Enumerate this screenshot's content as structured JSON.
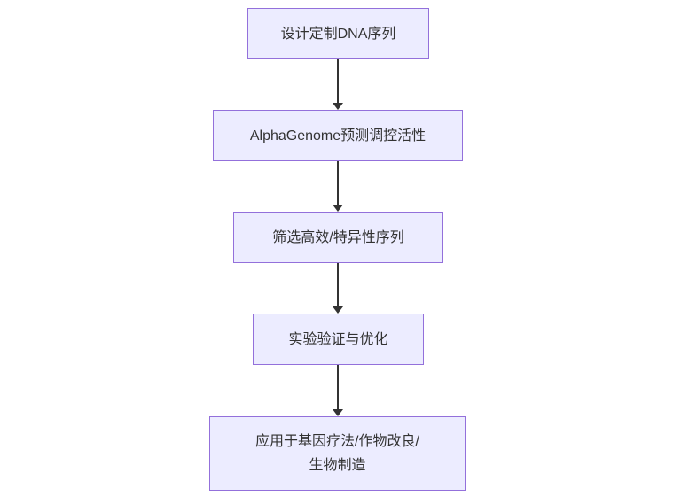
{
  "diagram": {
    "type": "flowchart",
    "direction": "top-down",
    "colors": {
      "background": "#ffffff",
      "node_fill": "#ECECFF",
      "node_border": "#9370DB",
      "node_text": "#333333",
      "edge": "#333333"
    },
    "nodes": [
      {
        "label": "设计定制DNA序列"
      },
      {
        "label": "AlphaGenome预测调控活性"
      },
      {
        "label": "筛选高效/特异性序列"
      },
      {
        "label": "实验验证与优化"
      },
      {
        "label": "应用于基因疗法/作物改良/\n生物制造"
      }
    ],
    "edges": [
      {
        "from": 0,
        "to": 1,
        "style": "arrow-down"
      },
      {
        "from": 1,
        "to": 2,
        "style": "arrow-down"
      },
      {
        "from": 2,
        "to": 3,
        "style": "arrow-down"
      },
      {
        "from": 3,
        "to": 4,
        "style": "arrow-down"
      }
    ]
  }
}
